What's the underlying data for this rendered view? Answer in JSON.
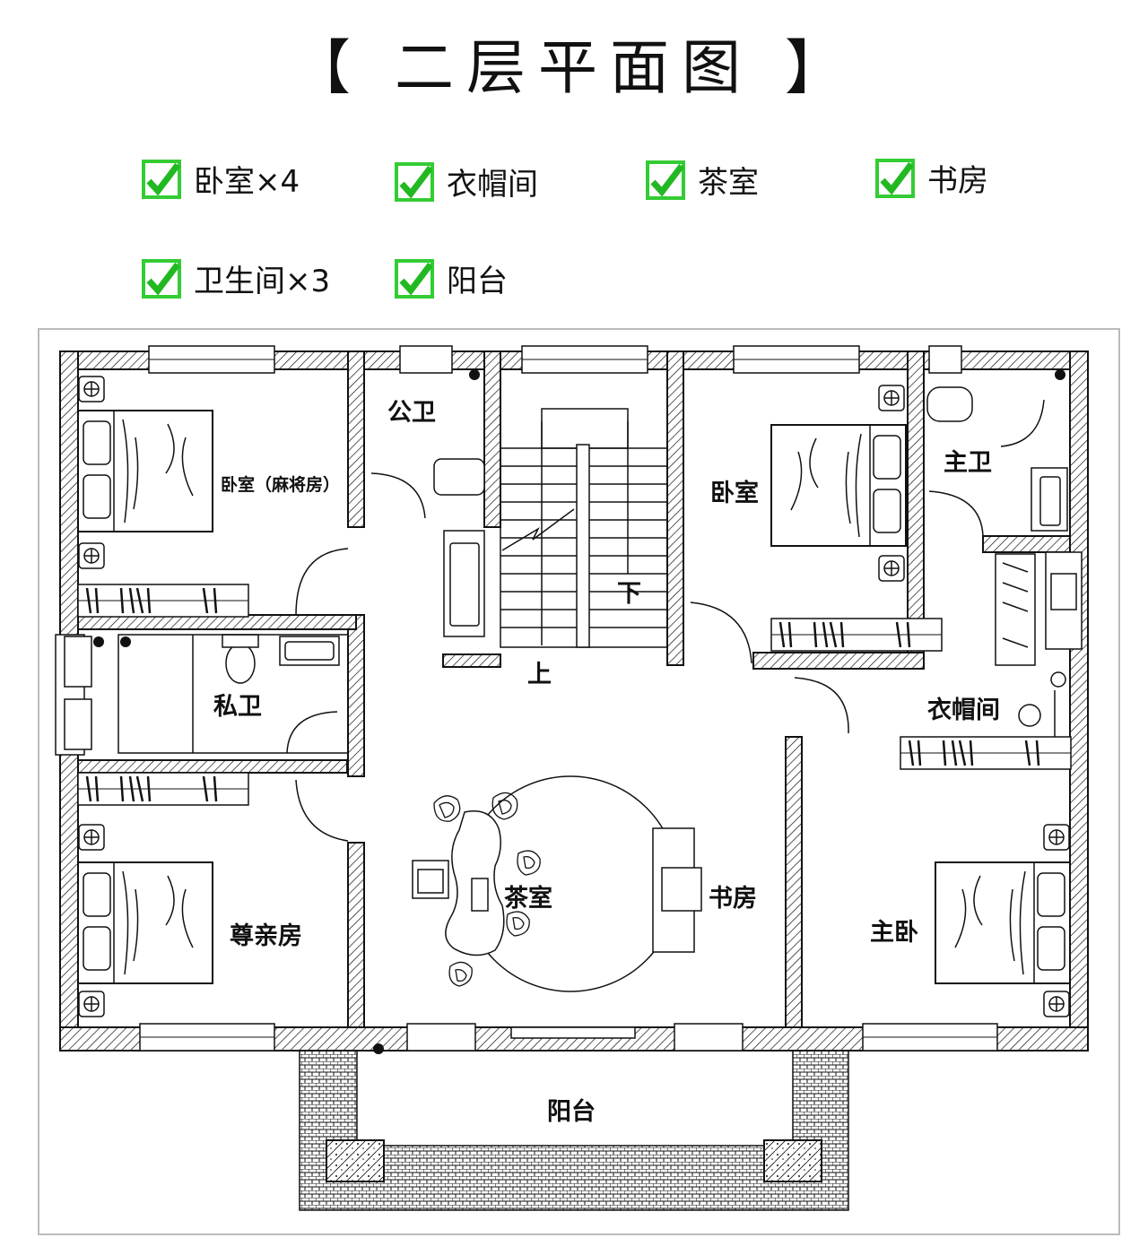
{
  "title": "【 二层平面图 】",
  "features": [
    {
      "icon": "check-icon",
      "label": "卧室×4"
    },
    {
      "icon": "check-icon",
      "label": "衣帽间"
    },
    {
      "icon": "check-icon",
      "label": "茶室"
    },
    {
      "icon": "check-icon",
      "label": "书房"
    },
    {
      "icon": "check-icon",
      "label": "卫生间×3"
    },
    {
      "icon": "check-icon",
      "label": "阳台"
    }
  ],
  "rooms": {
    "bedroom_mahjong": "卧室（麻将房）",
    "public_bath": "公卫",
    "bedroom": "卧室",
    "master_bath": "主卫",
    "private_bath": "私卫",
    "closet": "衣帽间",
    "elder_room": "尊亲房",
    "tea_room": "茶室",
    "study": "书房",
    "master_bedroom": "主卧",
    "balcony": "阳台",
    "stair_up": "上",
    "stair_down": "下"
  },
  "colors": {
    "check_green": "#33cc33",
    "line": "#111111"
  }
}
